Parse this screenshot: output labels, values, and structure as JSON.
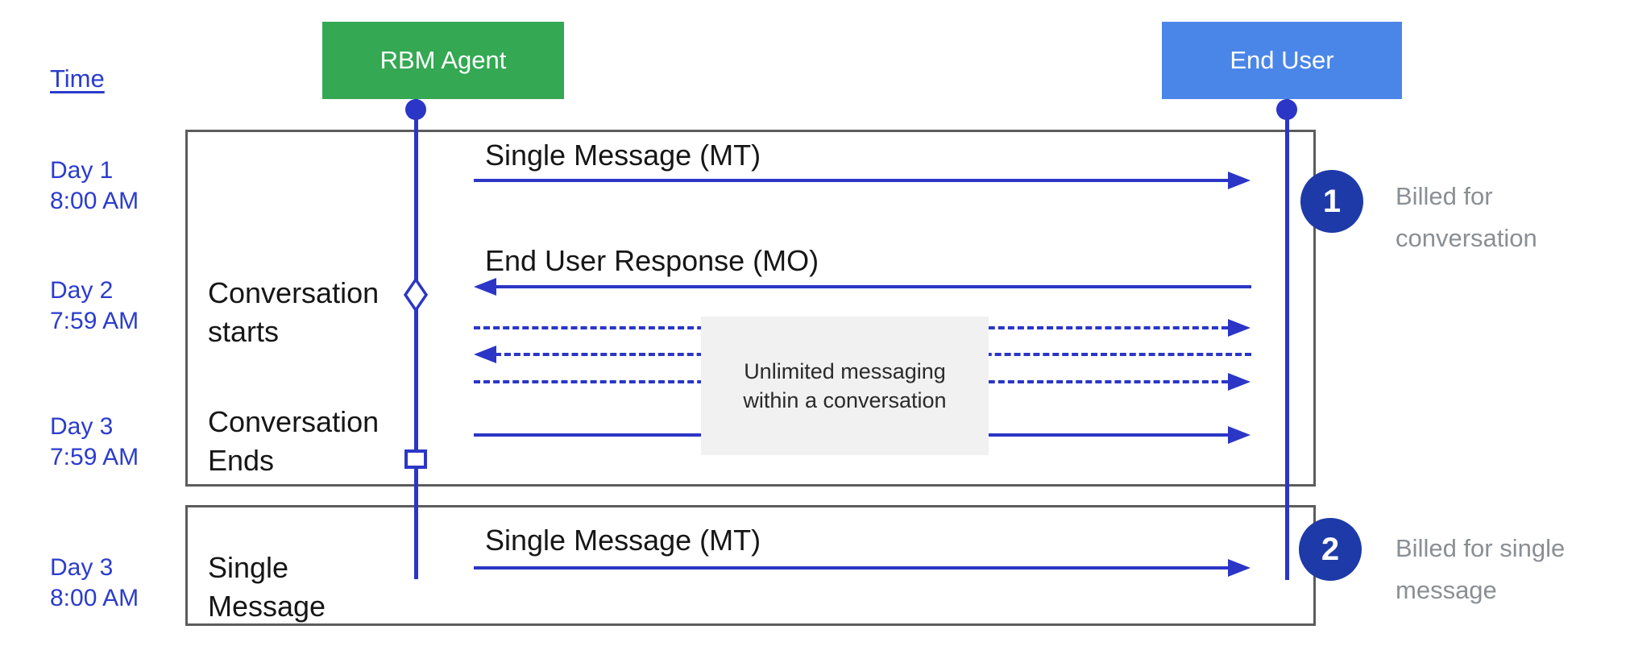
{
  "colors": {
    "agent-green": "#34a853",
    "user-blue": "#4a86e8",
    "line-blue": "#2b36c6",
    "text-blue": "#2b3ccd",
    "badge-navy": "#1e3aa8",
    "border-gray": "#5c5c5c",
    "panel-gray": "#f1f1f1",
    "note-gray": "#8a8f94",
    "label-black": "#161616"
  },
  "time_label": "Time",
  "actors": [
    {
      "name": "RBM Agent"
    },
    {
      "name": "End User"
    }
  ],
  "timeline": [
    {
      "day": "Day 1",
      "time": "8:00 AM"
    },
    {
      "day": "Day 2",
      "time": "7:59 AM"
    },
    {
      "day": "Day 3",
      "time": "7:59 AM"
    },
    {
      "day": "Day 3",
      "time": "8:00 AM"
    }
  ],
  "conversation_section": {
    "mt_message": "Single Message (MT)",
    "mo_message": "End User Response (MO)",
    "start_marker": {
      "line1": "Conversation",
      "line2": "starts"
    },
    "end_marker": {
      "line1": "Conversation",
      "line2": "Ends"
    },
    "panel": {
      "line1": "Unlimited messaging",
      "line2": "within a conversation"
    },
    "note": {
      "badge": "1",
      "line1": "Billed for",
      "line2": "conversation"
    }
  },
  "single_message_section": {
    "label": {
      "line1": "Single",
      "line2": "Message"
    },
    "mt_message": "Single Message (MT)",
    "note": {
      "badge": "2",
      "line1": "Billed for single",
      "line2": "message"
    }
  }
}
